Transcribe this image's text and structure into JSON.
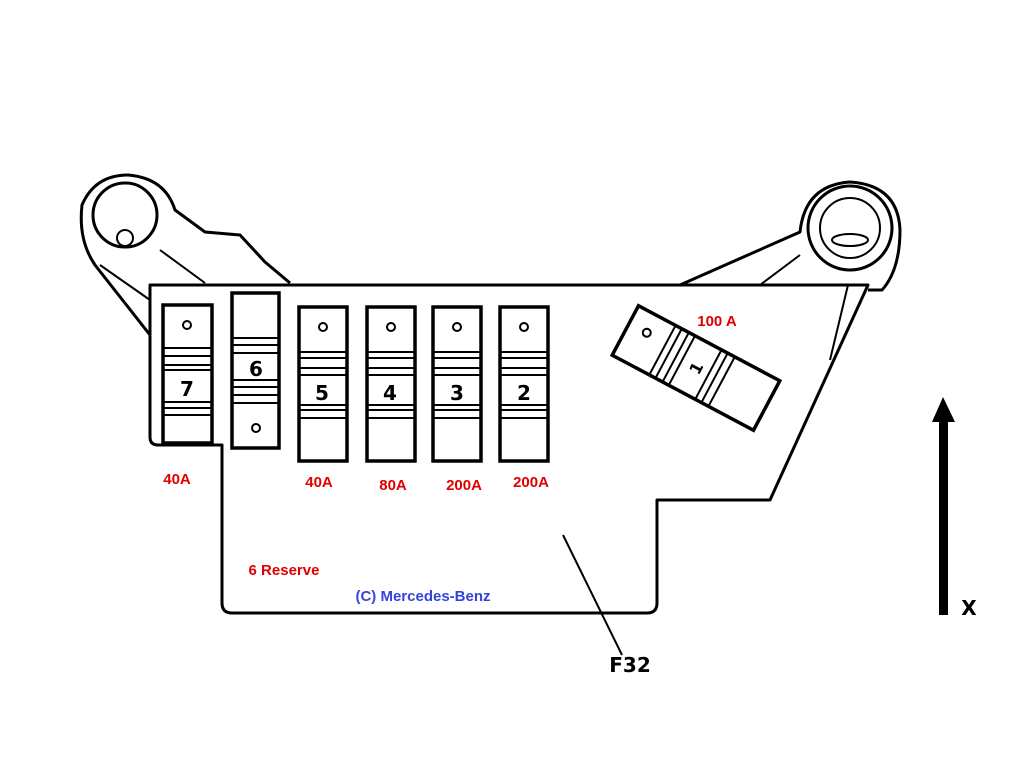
{
  "fuses": [
    {
      "number": "7",
      "rating": "40A"
    },
    {
      "number": "6",
      "rating": "6 Reserve"
    },
    {
      "number": "5",
      "rating": "40A"
    },
    {
      "number": "4",
      "rating": "80A"
    },
    {
      "number": "3",
      "rating": "200A"
    },
    {
      "number": "2",
      "rating": "200A"
    },
    {
      "number": "1",
      "rating": "100 A"
    }
  ],
  "copyright": "(C) Mercedes-Benz",
  "component_label": "F32",
  "direction_label": "X",
  "colors": {
    "rating": "#e00000",
    "copyright": "#3344dd"
  }
}
